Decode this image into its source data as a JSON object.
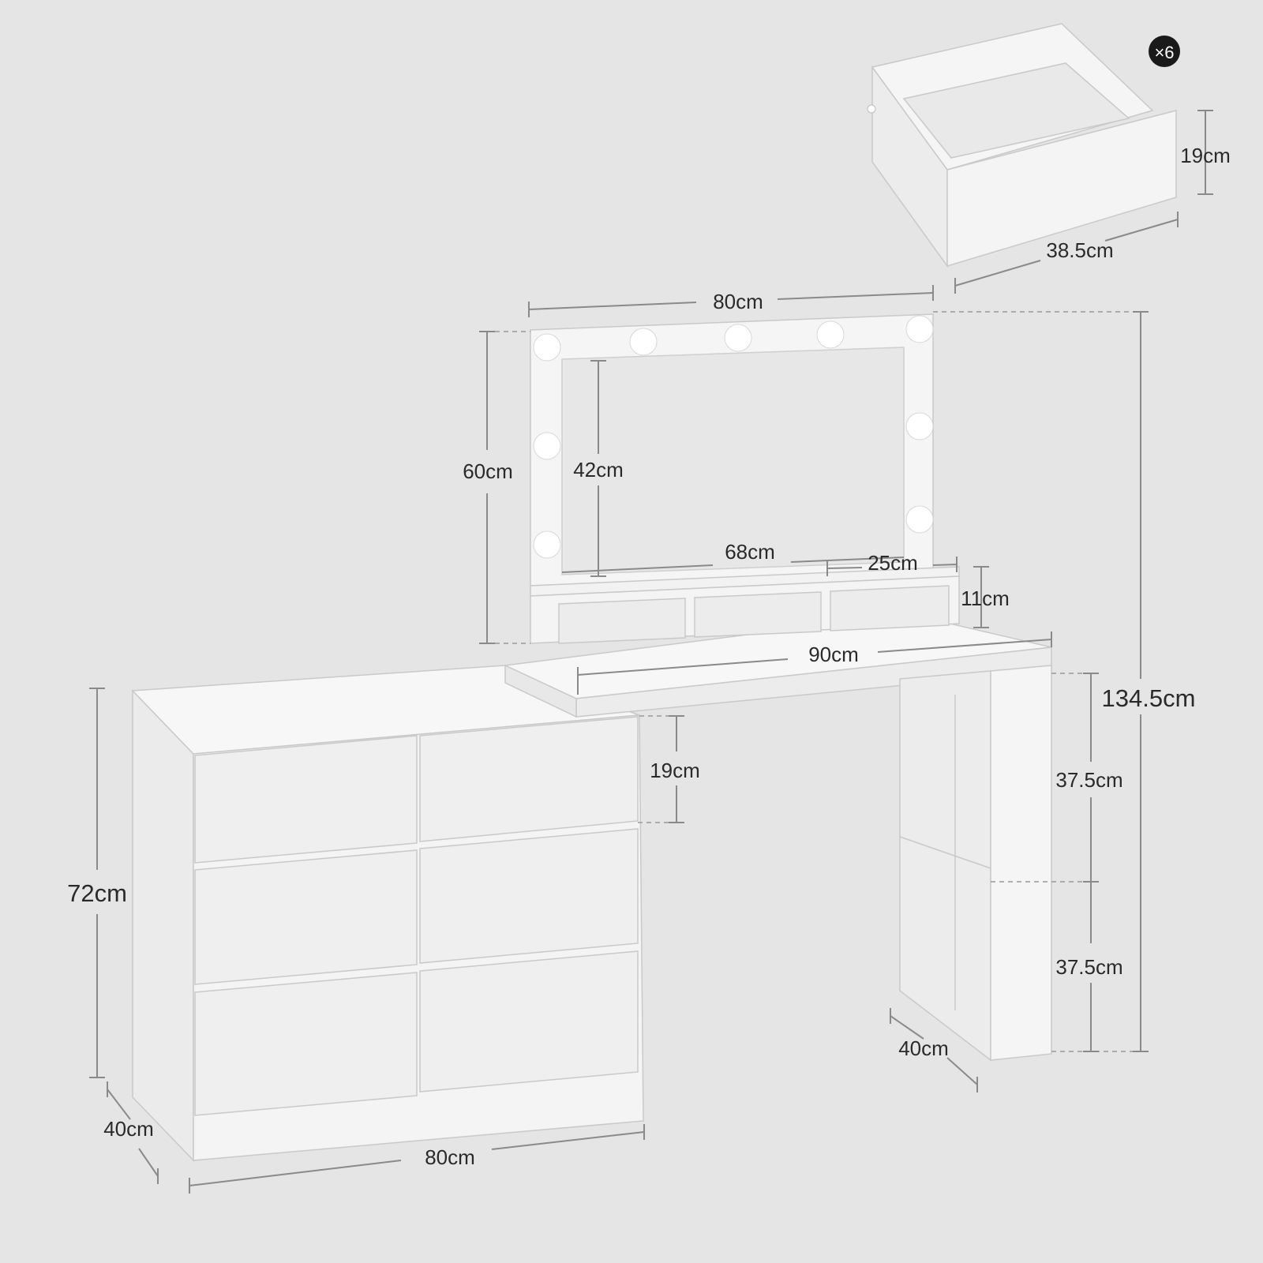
{
  "badge": {
    "text": "×6"
  },
  "labels": {
    "drawer_height": "19cm",
    "drawer_depth": "38.5cm",
    "mirror_width": "80cm",
    "mirror_height": "60cm",
    "glass_height": "42cm",
    "glass_width": "68cm",
    "cubby_width": "25cm",
    "cubby_height": "11cm",
    "desk_width": "90cm",
    "total_height": "134.5cm",
    "front_drawer_height": "19cm",
    "leg_upper": "37.5cm",
    "leg_lower": "37.5cm",
    "leg_depth": "40cm",
    "dresser_height": "72cm",
    "dresser_depth": "40cm",
    "dresser_width": "80cm"
  },
  "colors": {
    "background": "#e5e5e5",
    "furniture": "#f4f4f4",
    "furniture_side": "#ebebeb",
    "dimension_line": "#8a8a8a",
    "badge": "#1a1a1a"
  }
}
